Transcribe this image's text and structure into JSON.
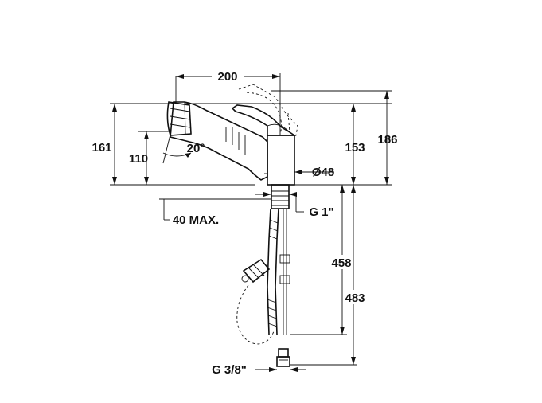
{
  "labels": {
    "width_200": "200",
    "height_161": "161",
    "height_110": "110",
    "angle_20": "20°",
    "height_153": "153",
    "height_186": "186",
    "diameter_48": "Ø48",
    "thread_g1": "G 1\"",
    "max_40": "40 MAX.",
    "length_458": "458",
    "length_483": "483",
    "thread_g38": "G 3/8\""
  },
  "colors": {
    "ink": "#111111",
    "background": "#ffffff"
  }
}
